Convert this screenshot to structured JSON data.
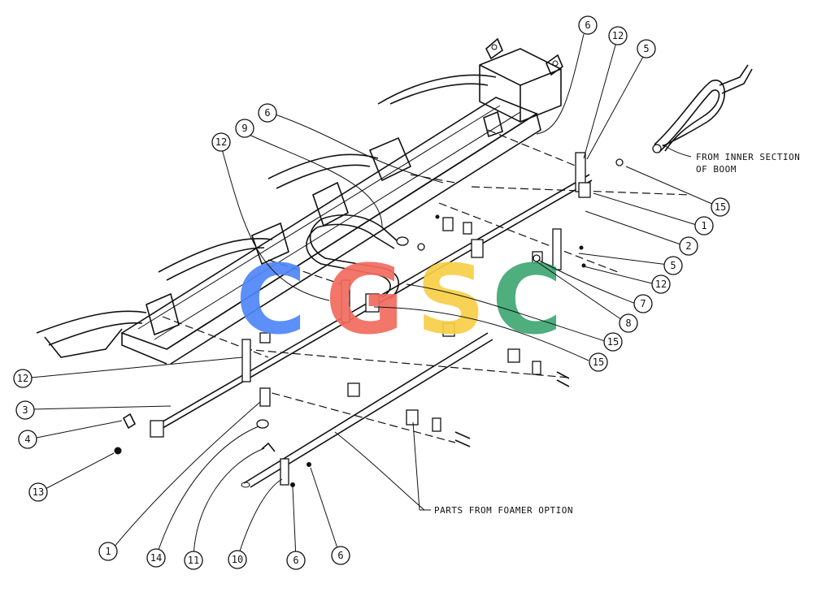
{
  "logo": {
    "letters": [
      "C",
      "G",
      "S",
      "C"
    ],
    "colors": [
      "#4f86f7",
      "#f26b5f",
      "#f7cf46",
      "#3fa874"
    ]
  },
  "notes": {
    "inner_section_line1": "FROM INNER SECTION",
    "inner_section_line2": "OF BOOM",
    "foamer": "PARTS FROM FOAMER OPTION"
  },
  "callouts": [
    "6",
    "12",
    "5",
    "6",
    "9",
    "12",
    "15",
    "1",
    "2",
    "5",
    "12",
    "7",
    "8",
    "15",
    "15",
    "12",
    "3",
    "4",
    "13",
    "1",
    "14",
    "11",
    "10",
    "6",
    "6"
  ]
}
